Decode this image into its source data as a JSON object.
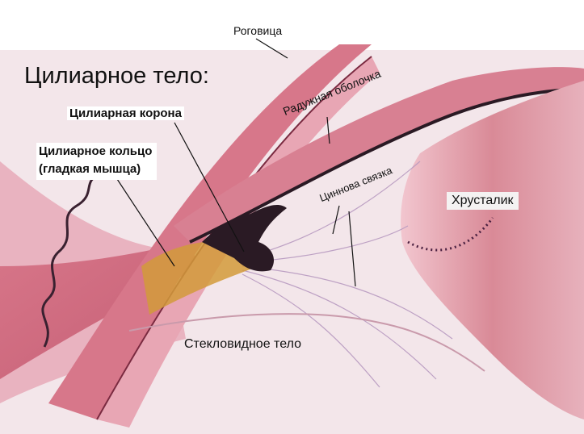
{
  "labels": {
    "title": "Цилиарное тело:",
    "cornea": "Роговица",
    "ciliary_corona": "Цилиарная корона",
    "ciliary_ring_line1": "Цилиарное кольцо",
    "ciliary_ring_line2": "(гладкая мышца)",
    "iris": "Радужная оболочка",
    "zinn_ligament": "Циннова связка",
    "lens": "Хрусталик",
    "vitreous_body": "Стекловидное тело"
  },
  "colors": {
    "tissue_pink": "#c9637a",
    "tissue_light": "#e6a9b6",
    "lens_pink": "#d98a97",
    "pigment_dark": "#2a1a24",
    "muscle_gold": "#d29a3a",
    "fiber_violet": "#b89ac0"
  }
}
